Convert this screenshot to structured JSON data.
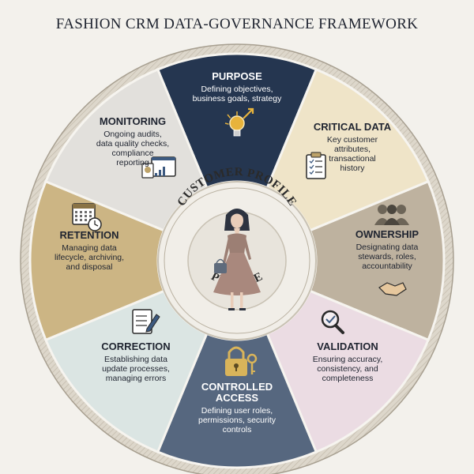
{
  "title": "FASHION CRM DATA-GOVERNANCE FRAMEWORK",
  "center": {
    "label_top": "CUSTOMER PROFILE",
    "label_bottom": "PROFILE",
    "icon": "woman-with-handbag-icon"
  },
  "segments": [
    {
      "id": "purpose",
      "title": [
        "PURPOSE"
      ],
      "desc": [
        "Defining objectives,",
        "business goals, strategy"
      ],
      "icon": "lightbulb-icon",
      "color": "#253650",
      "text_color": "#ffffff"
    },
    {
      "id": "critical-data",
      "title": [
        "CRITICAL DATA"
      ],
      "desc": [
        "Key customer",
        "attributes,",
        "transactional",
        "history"
      ],
      "icon": "clipboard-icon",
      "color": "#efe4c8",
      "text_color": "#1f2430"
    },
    {
      "id": "ownership",
      "title": [
        "OWNERSHIP"
      ],
      "desc": [
        "Designating data",
        "stewards, roles,",
        "accountability"
      ],
      "icon": "people-icon",
      "color": "#beb29f",
      "text_color": "#1f2430"
    },
    {
      "id": "validation",
      "title": [
        "VALIDATION"
      ],
      "desc": [
        "Ensuring accuracy,",
        "consistency, and",
        "completeness"
      ],
      "icon": "magnifier-check-icon",
      "color": "#ebdce3",
      "text_color": "#1f2430"
    },
    {
      "id": "controlled-access",
      "title": [
        "CONTROLLED",
        "ACCESS"
      ],
      "desc": [
        "Defining user roles,",
        "permissions, security",
        "controls"
      ],
      "icon": "padlock-key-icon",
      "color": "#56677f",
      "text_color": "#ffffff"
    },
    {
      "id": "correction",
      "title": [
        "CORRECTION"
      ],
      "desc": [
        "Establishing data",
        "update processes,",
        "managing errors"
      ],
      "icon": "edit-form-icon",
      "color": "#dbe5e3",
      "text_color": "#1f2430"
    },
    {
      "id": "retention",
      "title": [
        "RETENTION"
      ],
      "desc": [
        "Managing data",
        "lifecycle, archiving,",
        "and disposal"
      ],
      "icon": "calendar-clock-icon",
      "color": "#ccb584",
      "text_color": "#1f2430"
    },
    {
      "id": "monitoring",
      "title": [
        "MONITORING"
      ],
      "desc": [
        "Ongoing audits,",
        "data quality checks,",
        "compliance",
        "reporting"
      ],
      "icon": "dashboard-report-icon",
      "color": "#e2e0dc",
      "text_color": "#1f2430"
    }
  ],
  "colors": {
    "ring": "#d9d4c9",
    "ring_border": "#a79f90",
    "center_fill": "#ece9e2",
    "ink": "#2a2a2a"
  }
}
